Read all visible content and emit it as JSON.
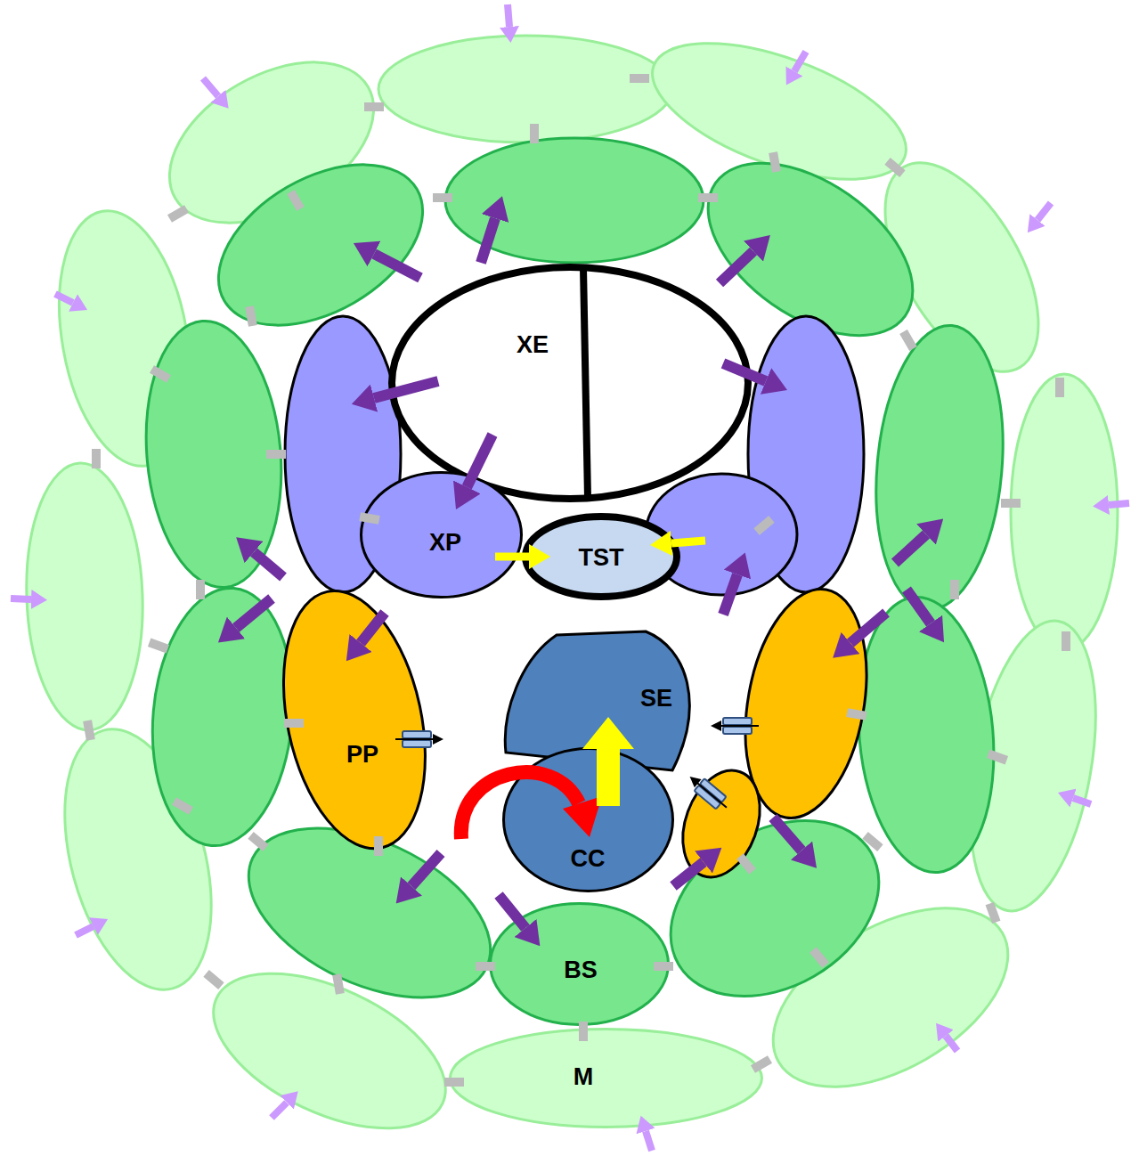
{
  "diagram": {
    "nodes": [
      {
        "text": [
          "XE"
        ]
      },
      {
        "text": [
          "XP"
        ]
      },
      {
        "text": [
          "TST"
        ]
      },
      {
        "text": [
          "PP"
        ]
      },
      {
        "text": [
          "SE"
        ]
      },
      {
        "text": [
          "CC"
        ]
      },
      {
        "text": [
          "BS"
        ]
      },
      {
        "text": [
          "M"
        ]
      }
    ],
    "edges": [
      {
        "from": 0,
        "to": 1,
        "arrow": "to"
      },
      {
        "from": 1,
        "to": 2,
        "arrow": "to"
      },
      {
        "from": 5,
        "to": 4,
        "arrow": "to"
      }
    ]
  }
}
